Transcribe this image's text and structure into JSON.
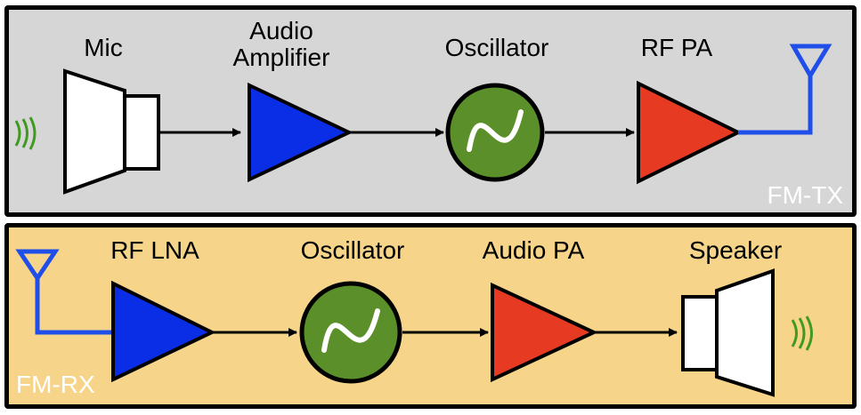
{
  "transmitter": {
    "mic_label": "Mic",
    "amp_label_line1": "Audio",
    "amp_label_line2": "Amplifier",
    "osc_label": "Oscillator",
    "pa_label": "RF PA",
    "tag": "FM-TX"
  },
  "receiver": {
    "lna_label": "RF LNA",
    "osc_label": "Oscillator",
    "pa_label": "Audio PA",
    "speaker_label": "Speaker",
    "tag": "FM-RX"
  },
  "colors": {
    "tx_background": "#d6d6d6",
    "rx_background": "#f6d48a",
    "amplifier_blue": "#0a2ee6",
    "amplifier_red": "#e63a23",
    "oscillator_green": "#5a8f2a",
    "antenna_blue": "#1f4fe8",
    "sound_waves_green": "#3f9a1f"
  }
}
